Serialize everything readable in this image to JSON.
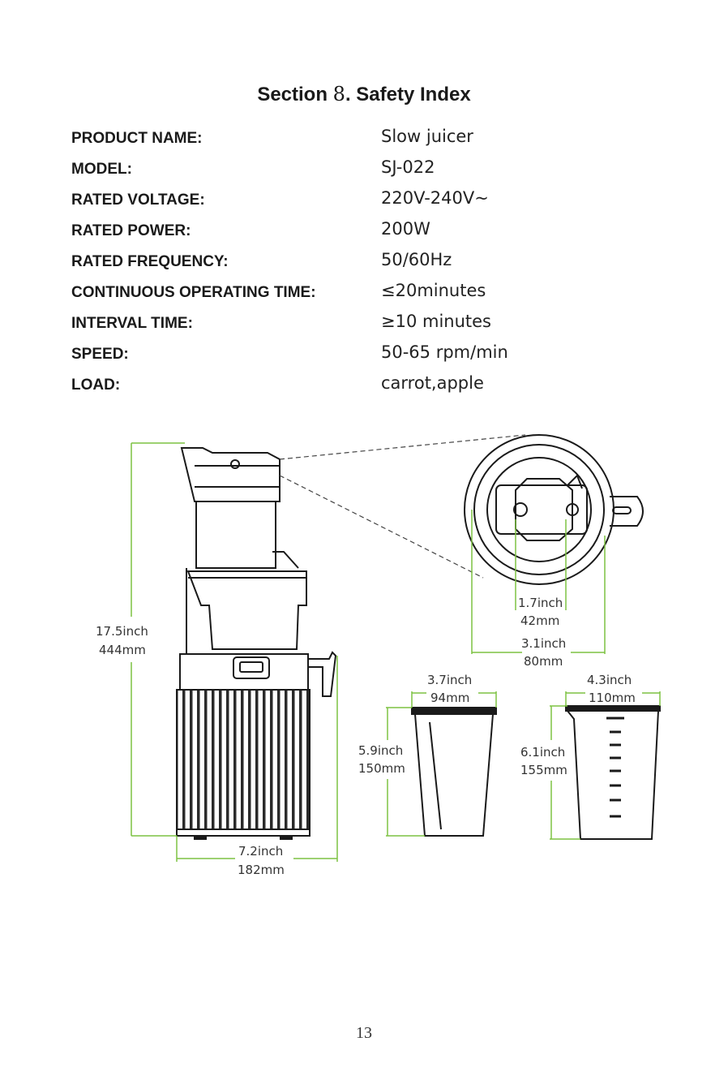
{
  "section": {
    "prefix": "Section",
    "number": "8",
    "separator": ".",
    "title": "Safety Index"
  },
  "specs": [
    {
      "label": "PRODUCT NAME:",
      "value": "Slow juicer"
    },
    {
      "label": "MODEL:",
      "value": "SJ-022"
    },
    {
      "label": "RATED VOLTAGE:",
      "value": "220V-240V~"
    },
    {
      "label": "RATED POWER:",
      "value": "200W"
    },
    {
      "label": "RATED FREQUENCY:",
      "value": "50/60Hz"
    },
    {
      "label": "CONTINUOUS OPERATING TIME:",
      "value": "≤20minutes"
    },
    {
      "label": "INTERVAL TIME:",
      "value": "≥10  minutes"
    },
    {
      "label": "SPEED:",
      "value": "50-65 rpm/min"
    },
    {
      "label": "LOAD:",
      "value": "carrot,apple"
    }
  ],
  "dimensions": {
    "height": {
      "inch": "17.5inch",
      "mm": "444mm"
    },
    "base_width": {
      "inch": "7.2inch",
      "mm": "182mm"
    },
    "chute_inner": {
      "inch": "1.7inch",
      "mm": "42mm"
    },
    "chute_outer": {
      "inch": "3.1inch",
      "mm": "80mm"
    },
    "cup_width": {
      "inch": "3.7inch",
      "mm": "94mm"
    },
    "cup_height": {
      "inch": "5.9inch",
      "mm": "150mm"
    },
    "jug_width": {
      "inch": "4.3inch",
      "mm": "110mm"
    },
    "jug_height": {
      "inch": "6.1inch",
      "mm": "155mm"
    }
  },
  "page_number": "13",
  "colors": {
    "dimension_line": "#7dc242",
    "drawing": "#1a1a1a"
  }
}
